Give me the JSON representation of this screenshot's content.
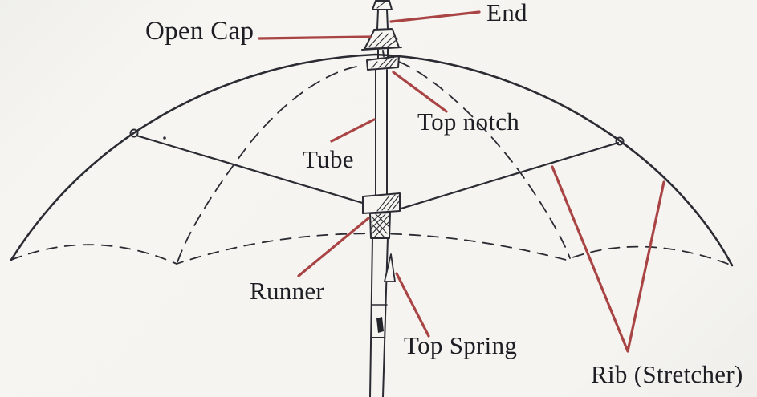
{
  "figure": {
    "colors": {
      "paper": "#f5f4f0",
      "ink": "#2b2b33",
      "leader_red": "#a94444"
    },
    "labels": {
      "end": "End",
      "open_cap": "Open Cap",
      "top_notch": "Top notch",
      "tube": "Tube",
      "runner": "Runner",
      "top_spring": "Top Spring",
      "rib_stretcher": "Rib (Stretcher)"
    }
  }
}
